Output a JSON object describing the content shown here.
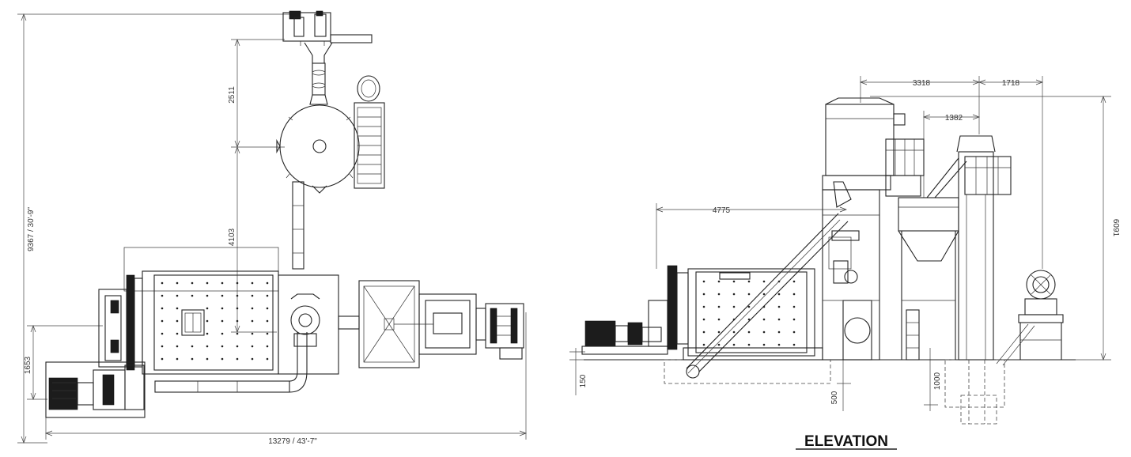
{
  "plan_view": {
    "dim_overall_height": "9367 / 30'-9\"",
    "dim_upper": "2511",
    "dim_middle": "4103",
    "dim_left_lower": "1653",
    "dim_overall_width": "13279 / 43'-7\""
  },
  "elevation_view": {
    "title": "ELEVATION",
    "dim_top_a": "3318",
    "dim_top_b": "1718",
    "dim_mid": "1382",
    "dim_length": "4775",
    "dim_height": "6091",
    "dim_base": "150",
    "dim_pit_a": "500",
    "dim_pit_b": "1000"
  }
}
